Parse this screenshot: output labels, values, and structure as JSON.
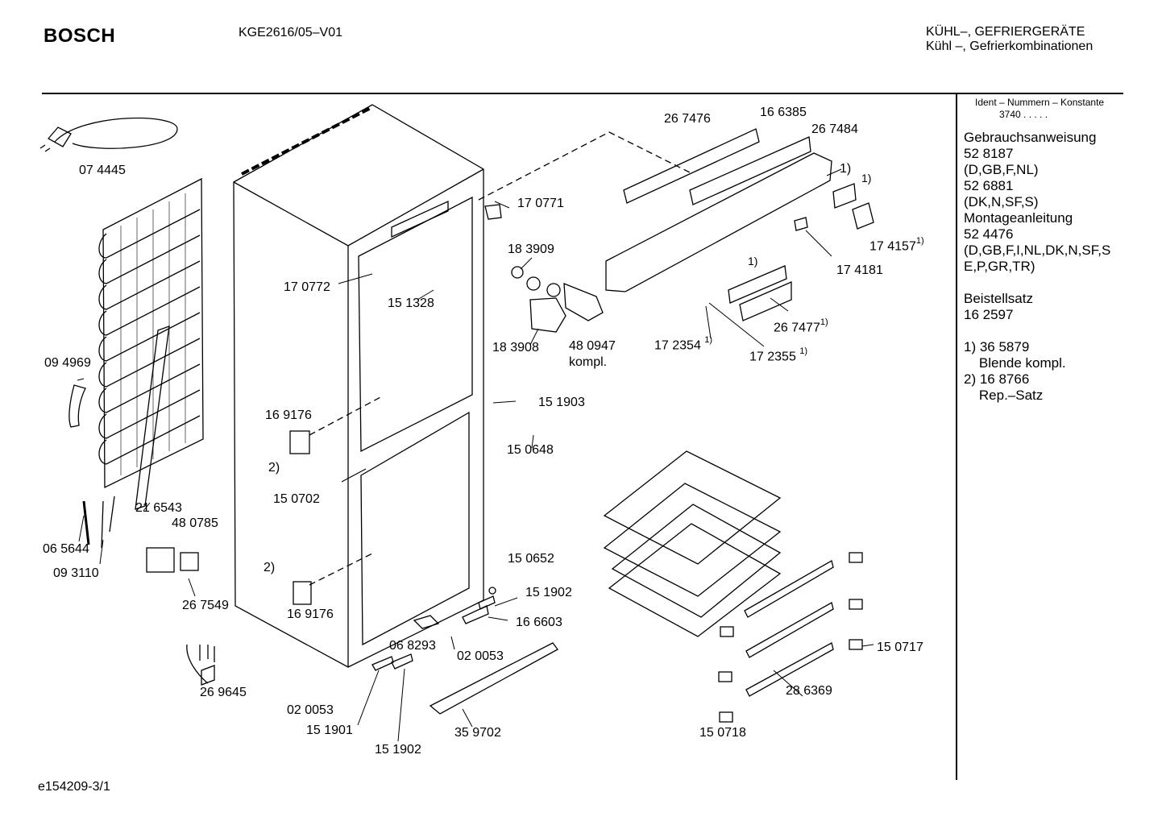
{
  "header": {
    "brand": "BOSCH",
    "model": "KGE2616/05–V01",
    "category_line1": "KÜHL–, GEFRIERGERÄTE",
    "category_line2": "Kühl –, Gefrierkombinationen"
  },
  "footer": {
    "doc_id": "e154209-3/1"
  },
  "sidebar": {
    "ident_title": "Ident – Nummern – Konstante",
    "ident_value": "3740  .  .  .  .  .",
    "lines": [
      "Gebrauchsanweisung",
      "52 8187",
      "(D,GB,F,NL)",
      "52 6881",
      "(DK,N,SF,S)",
      "Montageanleitung",
      "52 4476",
      "(D,GB,F,I,NL,DK,N,SF,S",
      "E,P,GR,TR)",
      "",
      "Beistellsatz",
      "16 2597",
      "",
      "1) 36 5879",
      "    Blende kompl.",
      "2) 16 8766",
      "    Rep.–Satz"
    ]
  },
  "parts": {
    "p074445": "07 4445",
    "p094969": "09 4969",
    "p216543": "21 6543",
    "p065644": "06 5644",
    "p093110": "09 3110",
    "p480785": "48 0785",
    "p267549": "26 7549",
    "p269645": "26 9645",
    "p170772": "17 0772",
    "p151328": "15 1328",
    "p169176a": "16 9176",
    "p169176b": "16 9176",
    "p2a": "2)",
    "p2b": "2)",
    "p150702": "15 0702",
    "p020053a": "02 0053",
    "p151901": "15 1901",
    "p151902a": "15 1902",
    "p359702": "35 9702",
    "p068293": "06 8293",
    "p020053b": "02 0053",
    "p166603": "16 6603",
    "p151902b": "15 1902",
    "p150652": "15 0652",
    "p150648": "15 0648",
    "p151903": "15 1903",
    "p183908": "18 3908",
    "p480947": "48 0947",
    "p480947b": "kompl.",
    "p183909": "18 3909",
    "p170771": "17 0771",
    "p267476": "26 7476",
    "p166385": "16 6385",
    "p267484": "26 7484",
    "p1a": "1)",
    "p1b": "1)",
    "p1c": "1)",
    "p174157": "17 4157",
    "p174181": "17 4181",
    "p267477": "26 7477",
    "p172354": "17 2354",
    "p172355": "17 2355",
    "p150717": "15 0717",
    "p286369": "28 6369",
    "p150718": "15 0718",
    "sup1": "1)"
  }
}
